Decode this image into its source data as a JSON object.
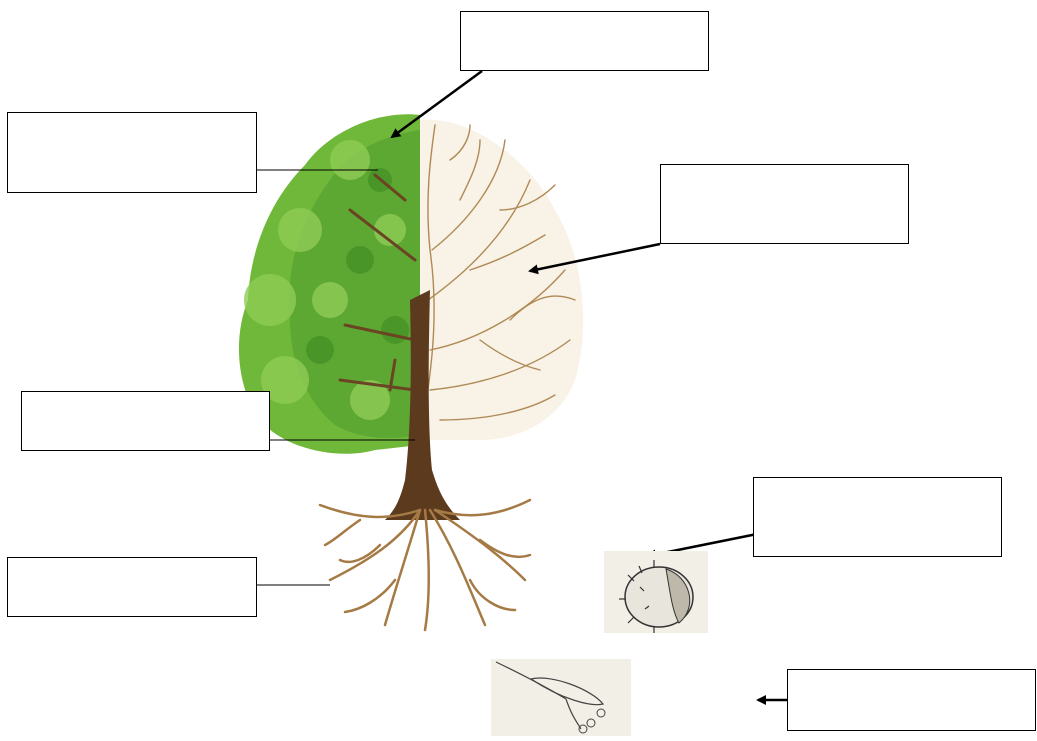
{
  "labels": {
    "top": "",
    "leaves": "",
    "branches": "",
    "trunk": "",
    "fruit": "",
    "roots": "",
    "seed": ""
  },
  "colors": {
    "foliage_green": "#6fb83a",
    "foliage_dark": "#3f8a22",
    "bare_branch": "#c9a877",
    "trunk": "#5b3a1e",
    "roots": "#a57a45",
    "line": "#000000"
  },
  "icons": {
    "tree": "half-leafy-half-bare-tree",
    "fruit": "horse-chestnut-husk",
    "seed": "winged-seed"
  }
}
